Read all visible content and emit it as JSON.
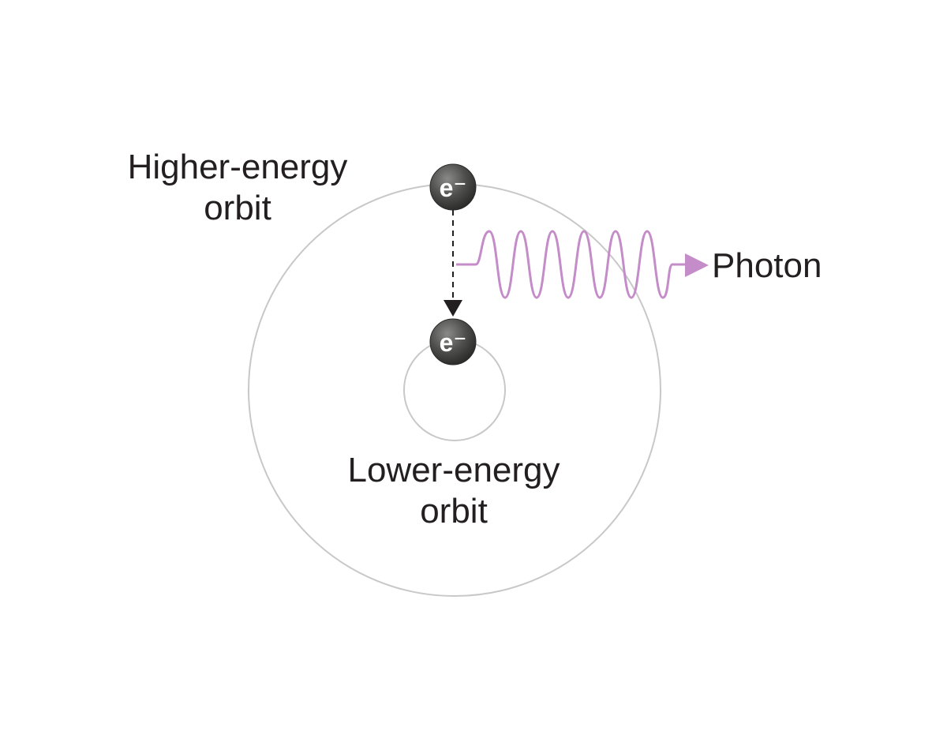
{
  "labels": {
    "higher_orbit_line1": "Higher-energy",
    "higher_orbit_line2": "orbit",
    "lower_orbit_line1": "Lower-energy",
    "lower_orbit_line2": "orbit",
    "photon": "Photon"
  },
  "electron_symbol": "e⁻",
  "colors": {
    "orbit_stroke": "#c8c8c8",
    "photon_wave": "#c48cc8",
    "electron_fill": "#4a4a48",
    "text": "#231f20",
    "arrow": "#231f20"
  }
}
